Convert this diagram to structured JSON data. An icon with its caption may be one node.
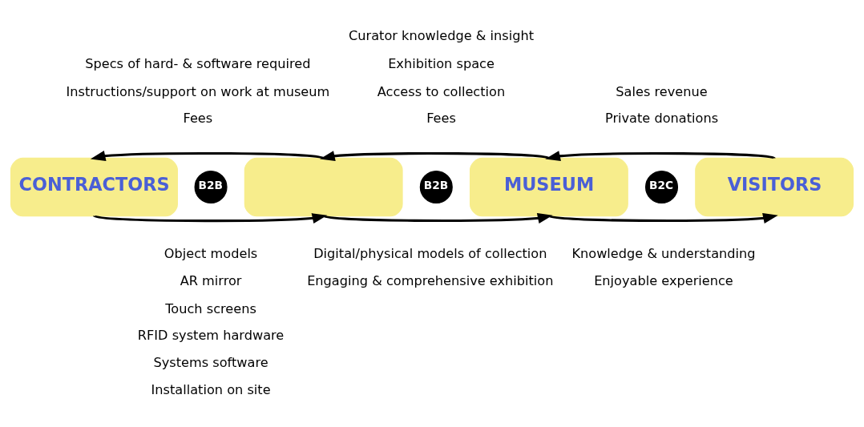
{
  "diagram": {
    "nodes": [
      {
        "text": [
          "CONTRACTORS"
        ]
      },
      {
        "text": [
          "B2B"
        ]
      },
      {
        "text": [],
        "shape": "box"
      },
      {
        "text": [
          "B2B"
        ]
      },
      {
        "text": [
          "MUSEUM"
        ]
      },
      {
        "text": [
          "B2C"
        ]
      },
      {
        "text": [
          "VISITORS"
        ]
      }
    ],
    "edges": [
      {
        "from": 2,
        "to": 0,
        "arrow": "to"
      },
      {
        "from": 0,
        "to": 2,
        "arrow": "to"
      },
      {
        "from": 4,
        "to": 2,
        "arrow": "to"
      },
      {
        "from": 2,
        "to": 4,
        "arrow": "to"
      },
      {
        "from": 6,
        "to": 4,
        "arrow": "to"
      },
      {
        "from": 4,
        "to": 6,
        "arrow": "to"
      }
    ],
    "labels": [
      "Specs of hard- & software required",
      "Instructions/support on work at museum",
      "Fees",
      "Curator knowledge & insight",
      "Exhibition space",
      "Access to collection",
      "Fees",
      "Sales revenue",
      "Private donations",
      "Object models",
      "AR mirror",
      "Touch screens",
      "RFID system hardware",
      "Systems software",
      "Installation on site",
      "Digital/physical models of collection",
      "Engaging & comprehensive exhibition",
      "Knowledge & understanding",
      "Enjoyable experience"
    ]
  }
}
